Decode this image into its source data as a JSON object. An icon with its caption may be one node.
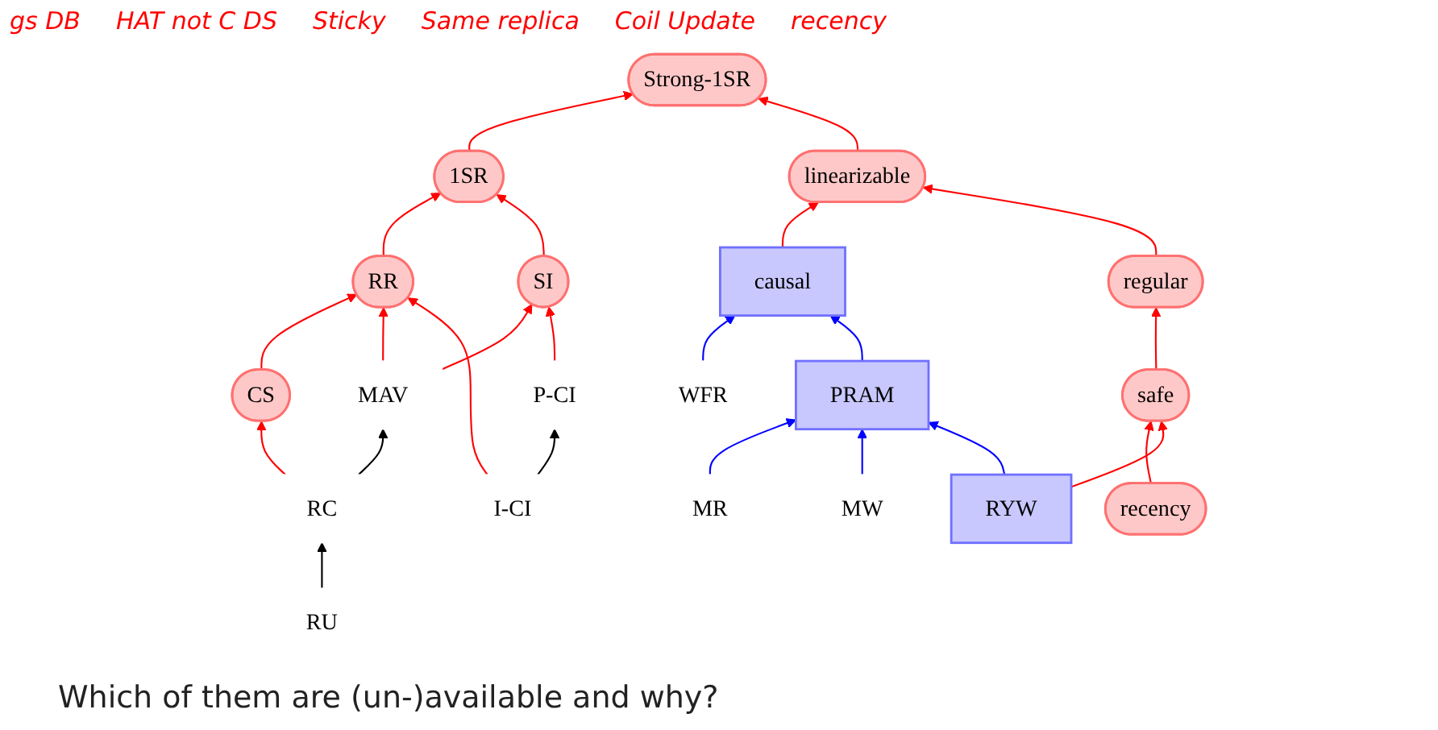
{
  "diagram": {
    "caption": "Which of them are (un-)available and why?",
    "nodes": [
      {
        "text": [
          "Strong-1SR"
        ]
      },
      {
        "text": [
          "1SR"
        ]
      },
      {
        "text": [
          "linearizable"
        ]
      },
      {
        "text": [
          "RR"
        ]
      },
      {
        "text": [
          "CS"
        ]
      },
      {
        "text": [
          "SI"
        ]
      },
      {
        "text": [
          "causal"
        ]
      },
      {
        "text": [
          "regular"
        ]
      },
      {
        "text": [
          "MAV"
        ]
      },
      {
        "text": [
          "RC"
        ]
      },
      {
        "text": [
          "P-CI"
        ]
      },
      {
        "text": [
          "PRAM"
        ]
      },
      {
        "text": [
          "safe"
        ]
      },
      {
        "text": [
          "RU"
        ]
      },
      {
        "text": [
          "I-CI"
        ]
      },
      {
        "text": [
          "WFR"
        ]
      },
      {
        "text": [
          "MR"
        ]
      },
      {
        "text": [
          "MW"
        ]
      },
      {
        "text": [
          "RYW"
        ]
      },
      {
        "text": [
          "recency"
        ]
      }
    ],
    "edges": [
      {
        "from": 1,
        "to": 0,
        "arrow": "to"
      },
      {
        "from": 2,
        "to": 0,
        "arrow": "to"
      },
      {
        "from": 3,
        "to": 1,
        "arrow": "to"
      },
      {
        "from": 5,
        "to": 1,
        "arrow": "to"
      },
      {
        "from": 4,
        "to": 3,
        "arrow": "to"
      },
      {
        "from": 8,
        "to": 3,
        "arrow": "to"
      },
      {
        "from": 14,
        "to": 3,
        "arrow": "to"
      },
      {
        "from": 8,
        "to": 5,
        "arrow": "to"
      },
      {
        "from": 6,
        "to": 2,
        "arrow": "to"
      },
      {
        "from": 7,
        "to": 2,
        "arrow": "to"
      },
      {
        "from": 12,
        "to": 7,
        "arrow": "to"
      },
      {
        "from": 19,
        "to": 12,
        "arrow": "to"
      },
      {
        "from": 18,
        "to": 12,
        "arrow": "to"
      },
      {
        "from": 9,
        "to": 4,
        "arrow": "to"
      },
      {
        "from": 10,
        "to": 5,
        "arrow": "to"
      },
      {
        "from": 9,
        "to": 8,
        "arrow": "to",
        "color": "#000000"
      },
      {
        "from": 13,
        "to": 9,
        "arrow": "to",
        "color": "#000000"
      },
      {
        "from": 14,
        "to": 10,
        "arrow": "to",
        "color": "#000000"
      },
      {
        "from": 15,
        "to": 6,
        "arrow": "to",
        "color": "#0000ff"
      },
      {
        "from": 11,
        "to": 6,
        "arrow": "to",
        "color": "#0000ff"
      },
      {
        "from": 16,
        "to": 11,
        "arrow": "to",
        "color": "#0000ff"
      },
      {
        "from": 17,
        "to": 11,
        "arrow": "to",
        "color": "#0000ff"
      },
      {
        "from": 18,
        "to": 11,
        "arrow": "to",
        "color": "#0000ff"
      }
    ],
    "labels": [
      "gs DB",
      "HAT not C DS",
      "Sticky",
      "Same replica",
      "Coil Update",
      "recency"
    ]
  }
}
